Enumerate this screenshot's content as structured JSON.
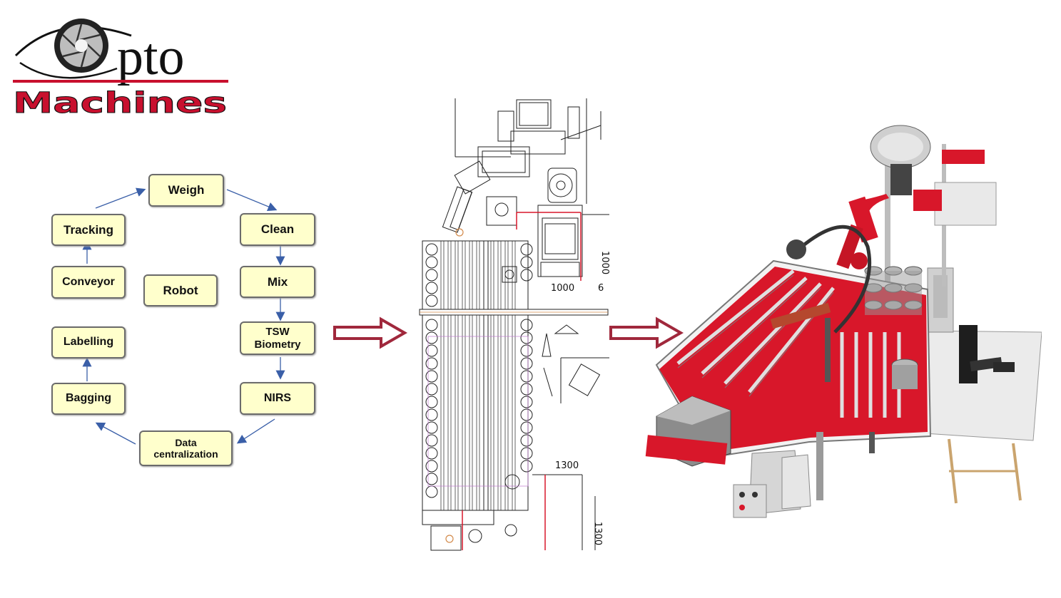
{
  "logo": {
    "word1": "pto",
    "word2": "Machines",
    "brand_color": "#c8102e"
  },
  "workflow": {
    "nodes": {
      "weigh": "Weigh",
      "clean": "Clean",
      "mix": "Mix",
      "tsw_line1": "TSW",
      "tsw_line2": "Biometry",
      "nirs": "NIRS",
      "data_line1": "Data",
      "data_line2": "centralization",
      "bagging": "Bagging",
      "labelling": "Labelling",
      "conveyor": "Conveyor",
      "tracking": "Tracking",
      "robot": "Robot"
    },
    "node_fill": "#ffffcc",
    "arrow_color": "#3a5fa8"
  },
  "drawing": {
    "dim_1000_a": "1000",
    "dim_1000_b": "1000",
    "dim_1300_a": "1300",
    "dim_1300_b": "1300",
    "dim_partial": "6"
  },
  "transition_arrow_color": "#a0283c",
  "machine_accent": "#d8172a"
}
